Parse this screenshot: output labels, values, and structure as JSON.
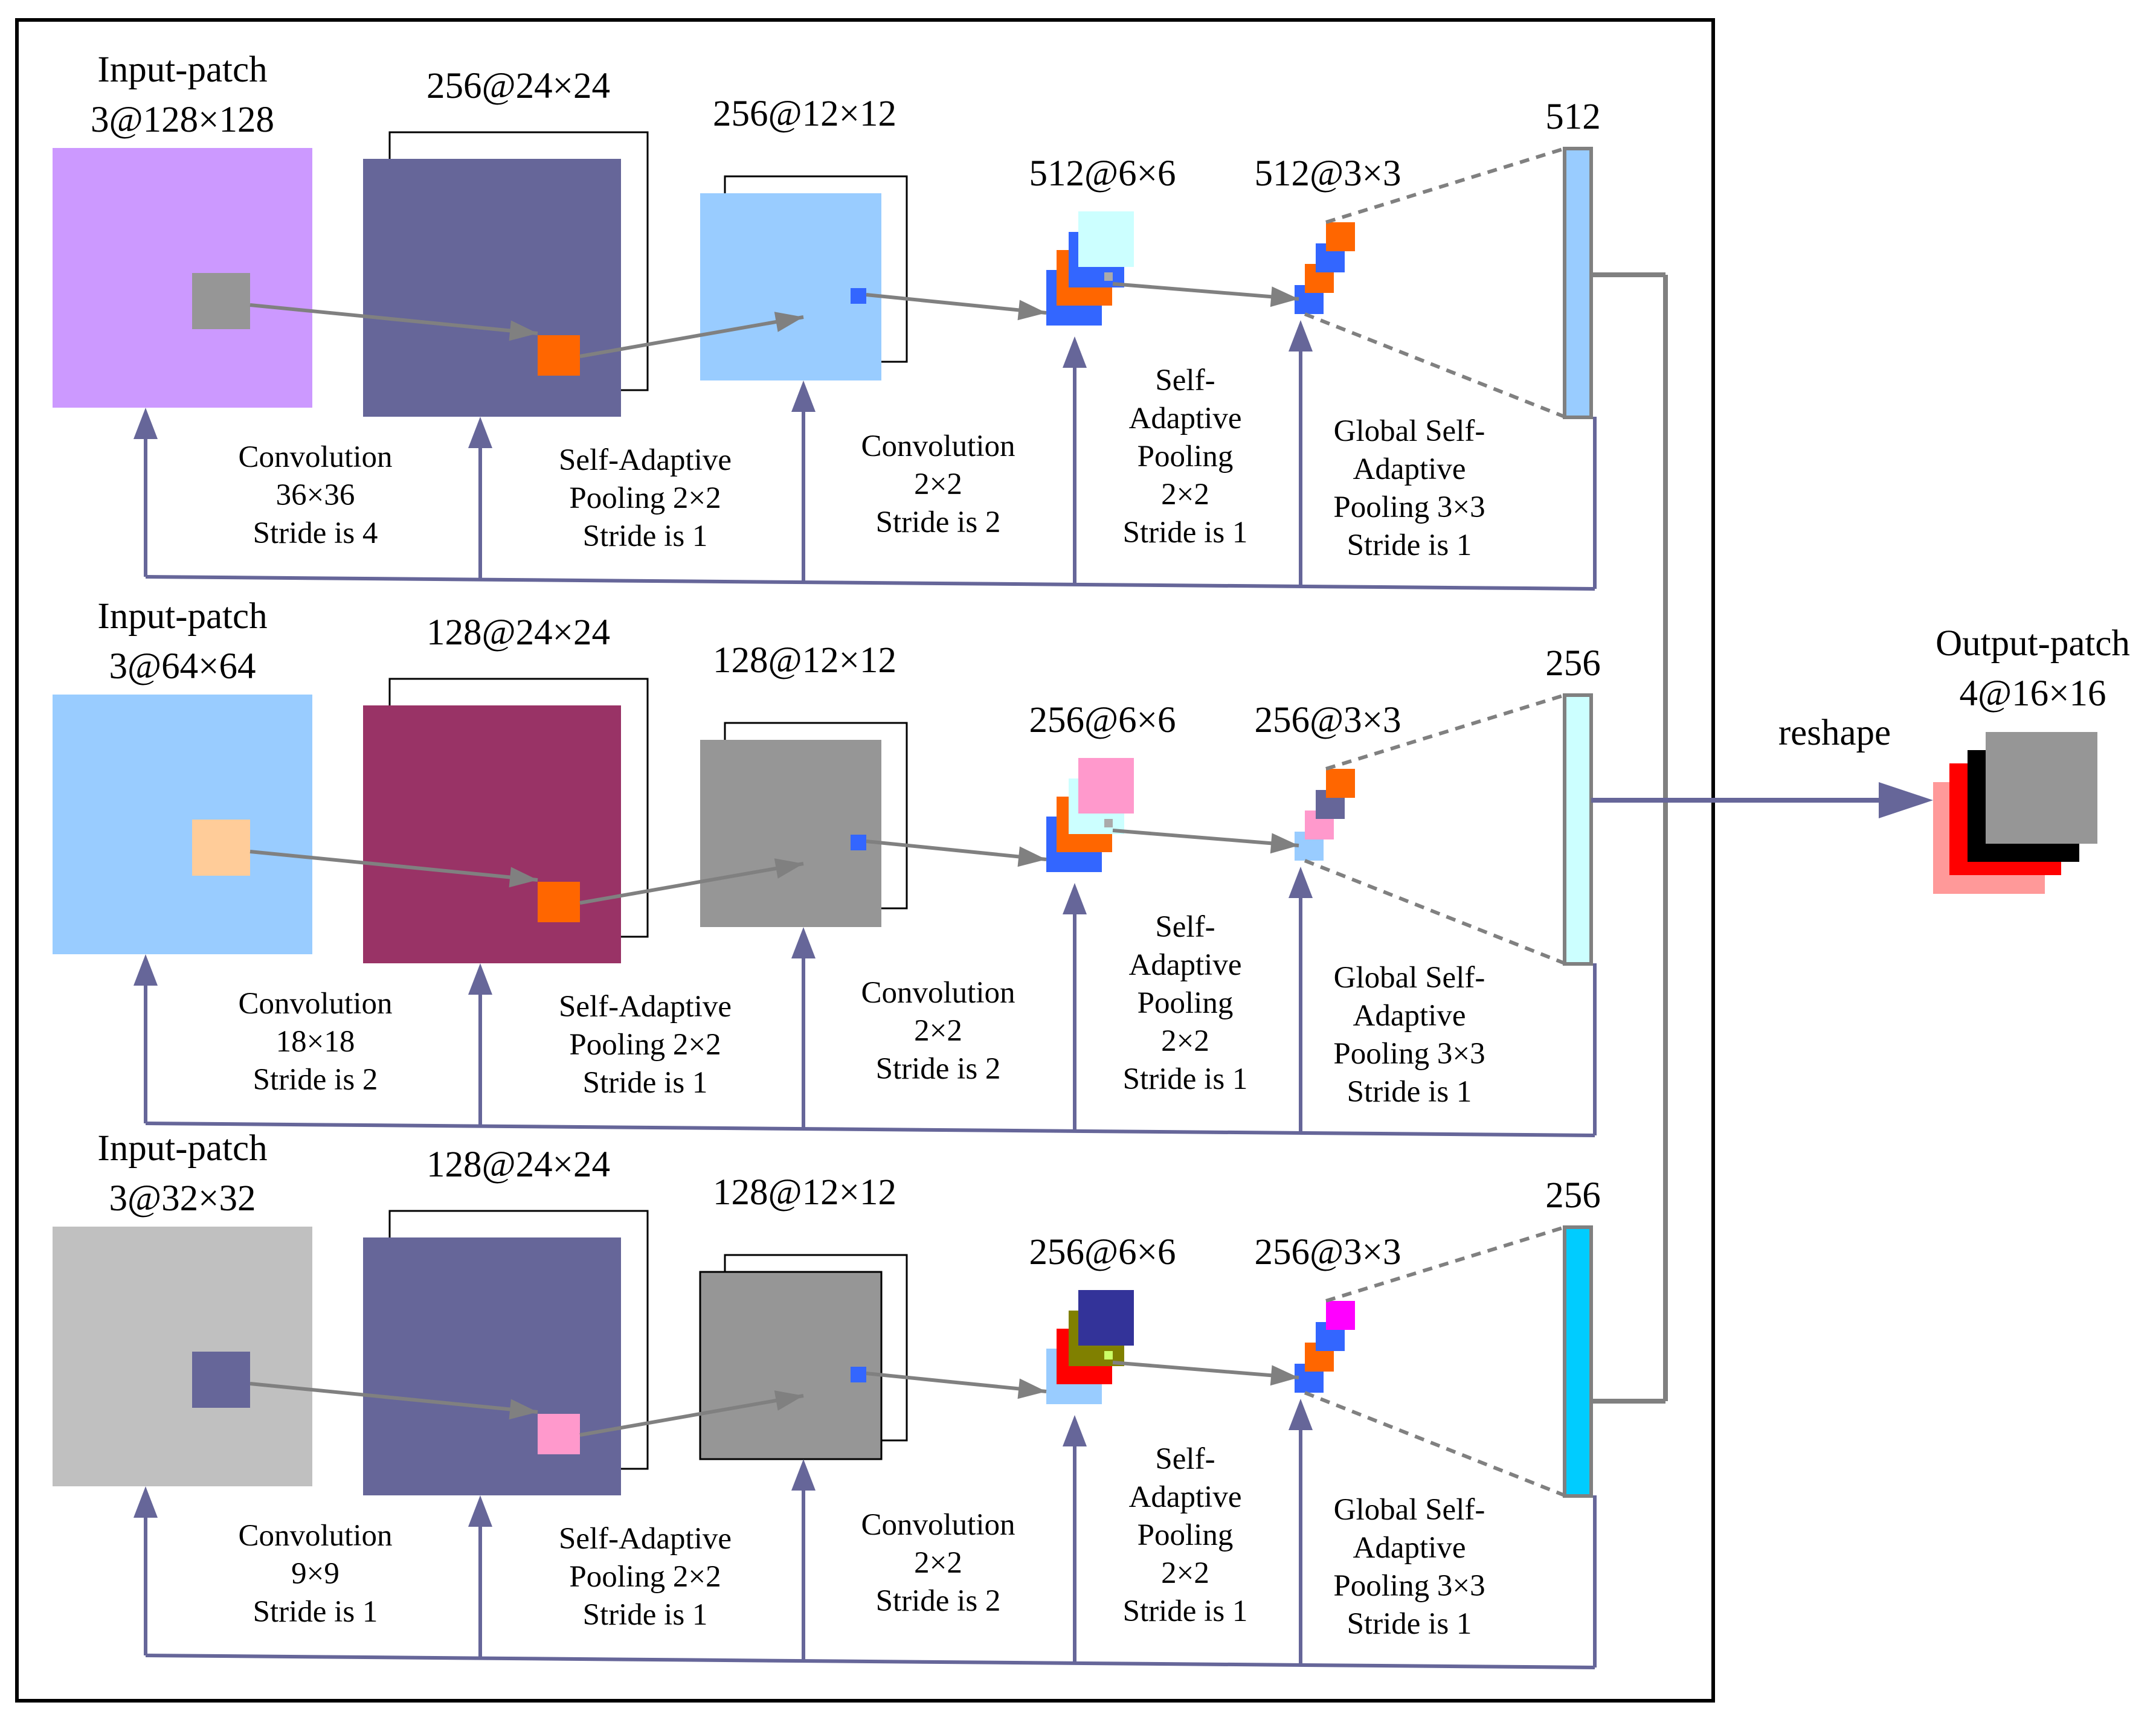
{
  "rows": [
    {
      "input_label": [
        "Input-patch",
        "3@128×128"
      ],
      "conv1_label": "256@24×24",
      "pool1_label": "256@12×12",
      "fm6_label": "512@6×6",
      "fm3_label": "512@3×3",
      "vec_label": "512",
      "conv1_caption": [
        "Convolution",
        "36×36",
        "Stride is 4"
      ],
      "pool1_caption": [
        "Self-Adaptive",
        "Pooling 2×2",
        "Stride is 1"
      ],
      "conv2_caption": [
        "Convolution",
        "2×2",
        "Stride is 2"
      ],
      "pool2_caption": [
        "Self-",
        "Adaptive",
        "Pooling",
        "2×2",
        "Stride is 1"
      ],
      "gpool_caption": [
        "Global Self-",
        "Adaptive",
        "Pooling 3×3",
        "Stride is 1"
      ],
      "colors": {
        "input": "#cc99ff",
        "input_patch": "#969696",
        "conv1": "#666699",
        "conv1_patch": "#ff6600",
        "pool1": "#99ccff",
        "fm6": [
          "#3366ff",
          "#ff6600",
          "#3366ff",
          "#ccffff"
        ],
        "fm3": [
          "#3366ff",
          "#ff6600",
          "#3366ff",
          "#ff6600"
        ],
        "vec": "#99ccff"
      }
    },
    {
      "input_label": [
        "Input-patch",
        "3@64×64"
      ],
      "conv1_label": "128@24×24",
      "pool1_label": "128@12×12",
      "fm6_label": "256@6×6",
      "fm3_label": "256@3×3",
      "vec_label": "256",
      "conv1_caption": [
        "Convolution",
        "18×18",
        "Stride is 2"
      ],
      "pool1_caption": [
        "Self-Adaptive",
        "Pooling 2×2",
        "Stride is 1"
      ],
      "conv2_caption": [
        "Convolution",
        "2×2",
        "Stride is 2"
      ],
      "pool2_caption": [
        "Self-",
        "Adaptive",
        "Pooling",
        "2×2",
        "Stride is 1"
      ],
      "gpool_caption": [
        "Global Self-",
        "Adaptive",
        "Pooling 3×3",
        "Stride is 1"
      ],
      "colors": {
        "input": "#99ccff",
        "input_patch": "#ffcc99",
        "conv1": "#993366",
        "conv1_patch": "#ff6600",
        "pool1": "#969696",
        "fm6": [
          "#3366ff",
          "#ff6600",
          "#ccffff",
          "#ff99cc"
        ],
        "fm3": [
          "#99ccff",
          "#ff99cc",
          "#666699",
          "#ff6600"
        ],
        "vec": "#ccffff"
      }
    },
    {
      "input_label": [
        "Input-patch",
        "3@32×32"
      ],
      "conv1_label": "128@24×24",
      "pool1_label": "128@12×12",
      "fm6_label": "256@6×6",
      "fm3_label": "256@3×3",
      "vec_label": "256",
      "conv1_caption": [
        "Convolution",
        "9×9",
        "Stride is 1"
      ],
      "pool1_caption": [
        "Self-Adaptive",
        "Pooling 2×2",
        "Stride is 1"
      ],
      "conv2_caption": [
        "Convolution",
        "2×2",
        "Stride is 2"
      ],
      "pool2_caption": [
        "Self-",
        "Adaptive",
        "Pooling",
        "2×2",
        "Stride is 1"
      ],
      "gpool_caption": [
        "Global Self-",
        "Adaptive",
        "Pooling 3×3",
        "Stride is 1"
      ],
      "colors": {
        "input": "#c0c0c0",
        "input_patch": "#666699",
        "conv1": "#666699",
        "conv1_patch": "#ff99cc",
        "pool1": "#969696",
        "fm6": [
          "#99ccff",
          "#ff0000",
          "#808000",
          "#333399"
        ],
        "fm3": [
          "#3366ff",
          "#ff6600",
          "#3366ff",
          "#ff00ff"
        ],
        "vec": "#00ccff"
      }
    }
  ],
  "reshape_label": "reshape",
  "output_label": [
    "Output-patch",
    "4@16×16"
  ],
  "output_colors": [
    "#ff9999",
    "#ff0000",
    "#000000",
    "#969696"
  ],
  "colors": {
    "line": "#666699",
    "arrow_gray": "#808080",
    "dashed": "#808080"
  }
}
